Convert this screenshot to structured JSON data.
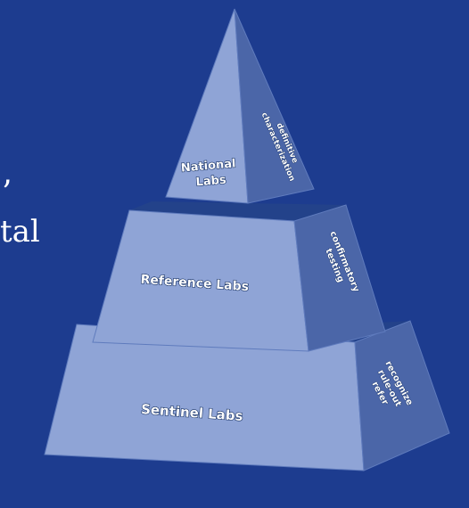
{
  "background_text": {
    "line1": "’",
    "line2": "tal"
  },
  "tiers": {
    "national": {
      "name_line1": "National",
      "name_line2": "Labs",
      "role_line1": "definitive",
      "role_line2": "characterization"
    },
    "reference": {
      "name": "Reference Labs",
      "role_line1": "confirmatory",
      "role_line2": "testing"
    },
    "sentinel": {
      "name": "Sentinel  Labs",
      "role_line1": "recognize",
      "role_line2": "rule-out",
      "role_line3": "refer"
    }
  },
  "colors": {
    "background": "#1d3c8f",
    "front_face": "#8fa4d6",
    "side_face": "#4b66a8",
    "top_face": "#23428a"
  }
}
